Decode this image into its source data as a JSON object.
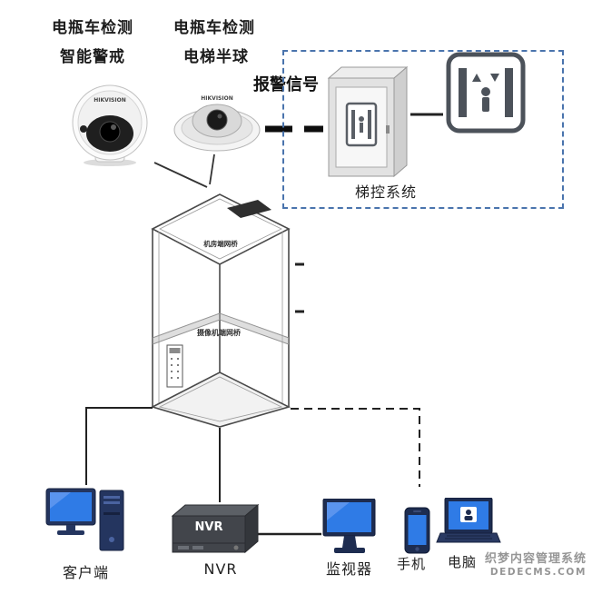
{
  "header": {
    "cam1": {
      "line1": "电瓶车检测",
      "line2": "智能警戒"
    },
    "cam2": {
      "line1": "电瓶车检测",
      "line2": "电梯半球"
    }
  },
  "alarm_label": "报警信号",
  "control_system": {
    "title": "梯控系统"
  },
  "elevator": {
    "bridge_top": "机房端网桥",
    "bridge_bottom": "摄像机端网桥"
  },
  "devices": {
    "client_label": "客户端",
    "nvr_label": "NVR",
    "nvr_device_text": "NVR",
    "monitor_label": "监视器",
    "phone_label": "手机",
    "laptop_label": "电脑"
  },
  "brands": {
    "hikvision": "HIKVISION"
  },
  "watermark": {
    "line1": "织梦内容管理系统",
    "line2": "DEDECMS.COM"
  },
  "colors": {
    "dashed_box_border": "#4a74ad",
    "screen_blue": "#2f7be6",
    "device_navy": "#1d2c50",
    "line_black": "#222222",
    "watermark_gray": "#969696"
  }
}
